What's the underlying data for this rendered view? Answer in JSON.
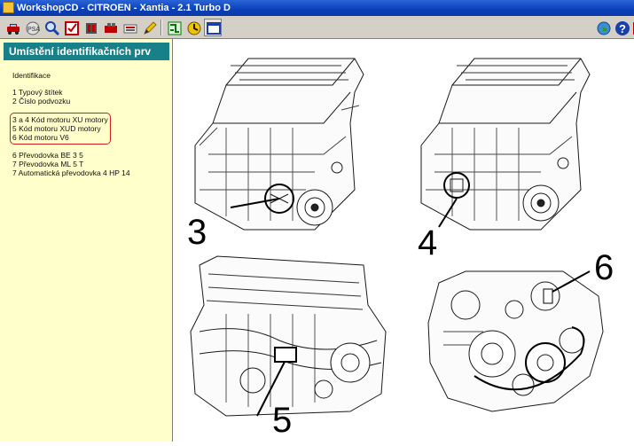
{
  "window": {
    "title": "WorkshopCD - CITROEN - Xantia - 2.1 Turbo D"
  },
  "toolbar": {
    "buttons": [
      {
        "name": "car-icon",
        "color": "#c00000"
      },
      {
        "name": "psa-icon",
        "color": "#808080"
      },
      {
        "name": "magnifier-icon",
        "color": "#1a3faa"
      },
      {
        "name": "checklist-icon",
        "color": "#c00000"
      },
      {
        "name": "gearbox-icon",
        "color": "#303030"
      },
      {
        "name": "engine-icon",
        "color": "#c00000"
      },
      {
        "name": "battery-icon",
        "color": "#606060"
      },
      {
        "name": "pencil-icon",
        "color": "#d9a400"
      },
      {
        "name": "circuit-icon",
        "color": "#007a00"
      },
      {
        "name": "clock-icon",
        "color": "#d9a400"
      },
      {
        "name": "window-icon",
        "color": "#1a3faa"
      }
    ],
    "right_buttons": [
      {
        "name": "globe-icon",
        "color": "#2a7a2a"
      },
      {
        "name": "help-icon",
        "color": "#1a3faa"
      },
      {
        "name": "exit-icon",
        "color": "#c00000"
      }
    ]
  },
  "sidebar": {
    "title": "Umístění identifikačních prv",
    "heading": "Identifikace",
    "items": [
      "1 Typový štítek",
      "2 Číslo podvozku",
      "3 a 4 Kód motoru XU motory",
      "5 Kód motoru XUD motory",
      "6 Kód motoru V6",
      "6 Převodovka BE 3 5",
      "7 Převodovka ML 5 T",
      "7 Automatická převodovka 4 HP 14"
    ]
  },
  "diagram": {
    "callouts": [
      "3",
      "4",
      "5",
      "6"
    ]
  }
}
